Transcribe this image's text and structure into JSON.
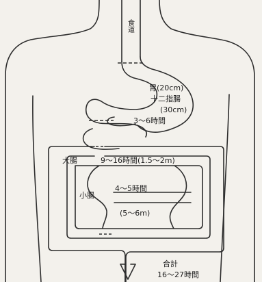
{
  "labels": {
    "esophagus": "食道",
    "stomach": "胃(20cm)",
    "duodenum": "十二指腸",
    "duodenum_length": "(30cm)",
    "stomach_time": "3～6時間",
    "large_intestine": "大腸",
    "large_intestine_time": "9～16時間(1.5～2m)",
    "small_intestine": "小腸",
    "small_intestine_time": "4～5時間",
    "small_intestine_length": "(5～6m)",
    "total_label": "合計",
    "total_time": "16～27時間"
  }
}
